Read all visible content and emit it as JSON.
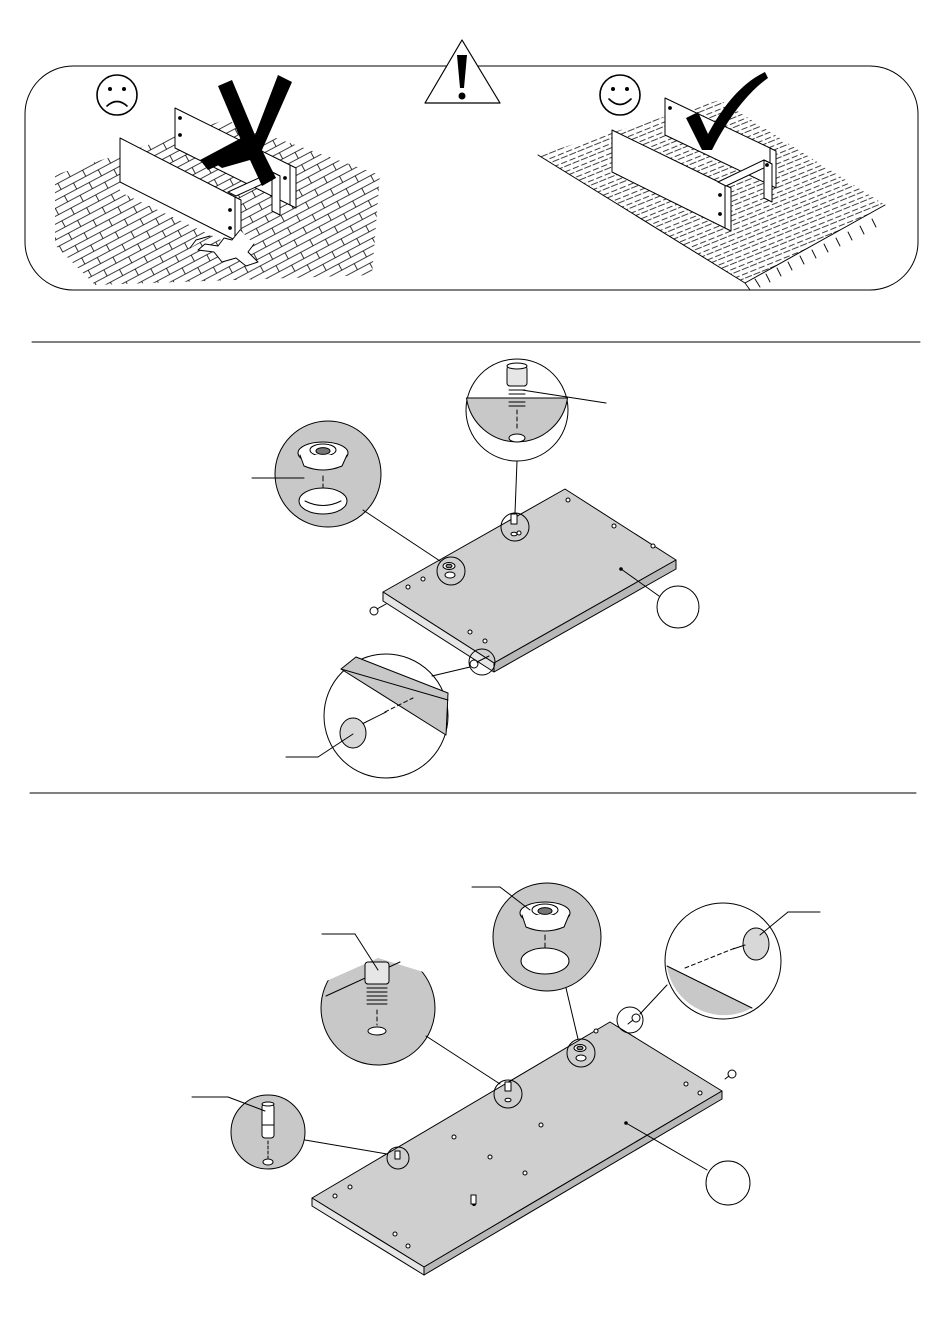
{
  "page": {
    "background": "#ffffff",
    "ink": "#000000",
    "panel_fill": "#cfcfcf",
    "detail_fill": "#c8c8c8"
  },
  "warning_panel": {
    "warning_icon": "exclamation-triangle-icon",
    "wrong_side": {
      "face_icon": "sad-face-icon",
      "mark_icon": "cross-mark-icon",
      "surface": "hard-tiled-floor"
    },
    "right_side": {
      "face_icon": "smiley-face-icon",
      "mark_icon": "check-mark-icon",
      "surface": "soft-carpet"
    }
  },
  "step_1": {
    "panel_label": "",
    "details": [
      "cam-lock-fitting",
      "cam-bolt-insert",
      "nail-in-foot-glide"
    ]
  },
  "step_2": {
    "panel_label": "",
    "details": [
      "cam-bolt-insert",
      "cam-lock-fitting",
      "wooden-dowel",
      "nail-in-foot-glide"
    ]
  }
}
